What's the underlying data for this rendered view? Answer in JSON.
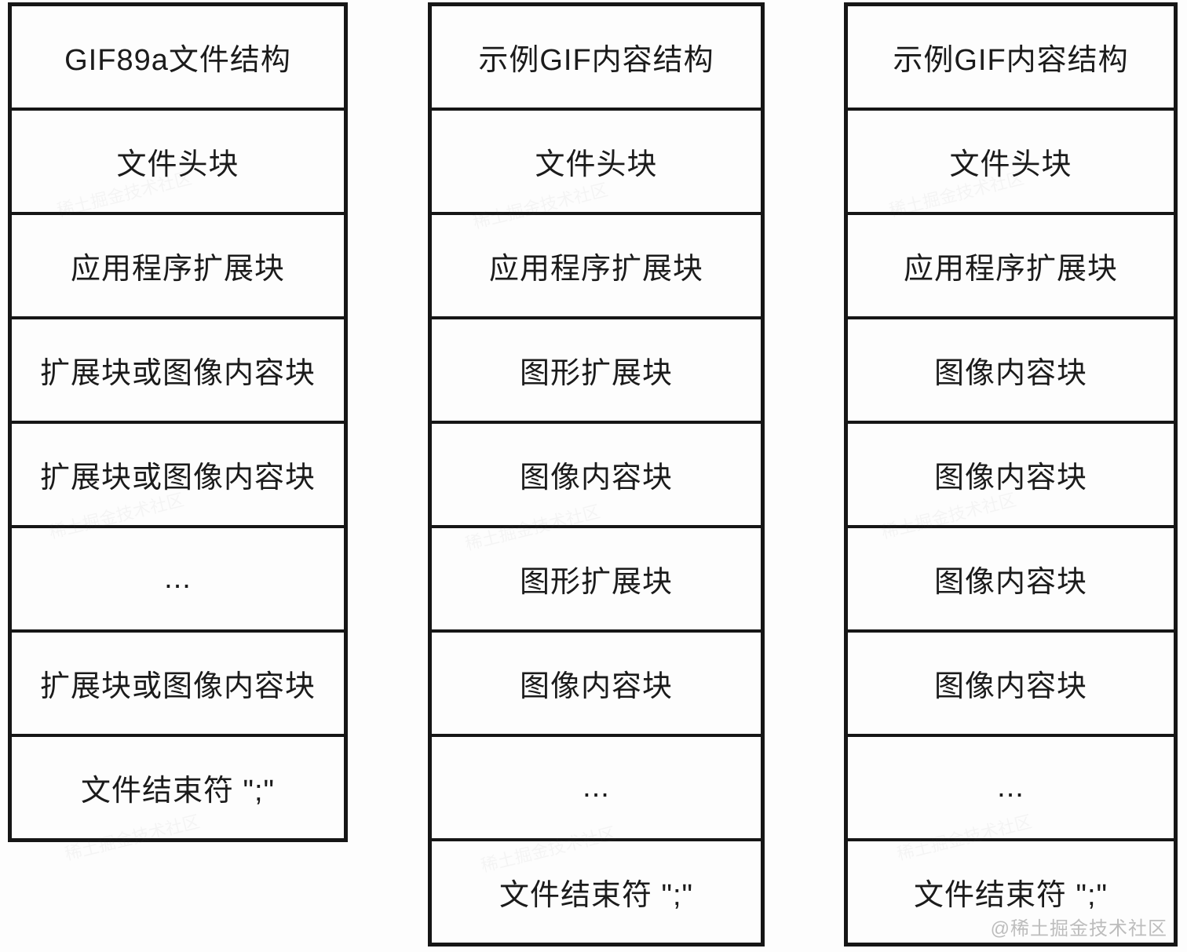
{
  "page": {
    "background": "#fdfdfd",
    "line_color": "#161616",
    "text_color": "#1b1b1b"
  },
  "watermark": {
    "text": "@稀土掘金技术社区",
    "ghost_text": "稀土掘金技术社区",
    "color": "#bdbdbd"
  },
  "columns": [
    {
      "id": "gif89a-file-structure",
      "rows": [
        "GIF89a文件结构",
        "文件头块",
        "应用程序扩展块",
        "扩展块或图像内容块",
        "扩展块或图像内容块",
        "...",
        "扩展块或图像内容块",
        "文件结束符 \";\""
      ]
    },
    {
      "id": "example-gif-content-structure-1",
      "rows": [
        "示例GIF内容结构",
        "文件头块",
        "应用程序扩展块",
        "图形扩展块",
        "图像内容块",
        "图形扩展块",
        "图像内容块",
        "...",
        "文件结束符 \";\""
      ]
    },
    {
      "id": "example-gif-content-structure-2",
      "rows": [
        "示例GIF内容结构",
        "文件头块",
        "应用程序扩展块",
        "图像内容块",
        "图像内容块",
        "图像内容块",
        "图像内容块",
        "...",
        "文件结束符 \";\""
      ]
    }
  ]
}
